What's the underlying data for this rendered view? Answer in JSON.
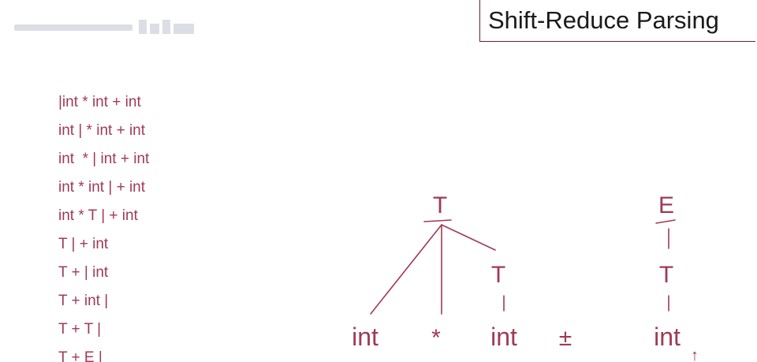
{
  "slide": {
    "title": "Shift-Reduce Parsing"
  },
  "steps": [
    "|int * int + int",
    "int | * int + int",
    "int  * | int + int",
    "int * int | + int",
    "int * T | + int",
    "T | + int",
    "T + | int",
    "T + int |",
    "T + T |",
    "T + E |"
  ],
  "tree": {
    "root_left": "T",
    "root_right": "E",
    "mid_left": "T",
    "mid_right": "T",
    "leaf_1": "int",
    "leaf_2": "*",
    "leaf_3": "int",
    "leaf_4": "±",
    "leaf_5": "int",
    "cursor": "↑"
  },
  "colors": {
    "ink": "#a03a55",
    "title_text": "#1a1a1a",
    "title_border": "#6b1f2e"
  }
}
